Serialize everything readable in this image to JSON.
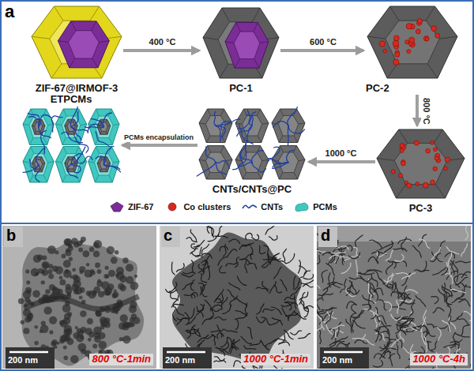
{
  "diagram": {
    "nodes": [
      {
        "text": [
          "ZIF-67@IRMOF-3"
        ]
      },
      {
        "text": [
          "PC-1"
        ]
      },
      {
        "text": [
          "PC-2"
        ]
      },
      {
        "text": [
          "PC-3"
        ]
      },
      {
        "text": [
          "CNTs/CNTs@PC"
        ]
      },
      {
        "text": [
          "ETPCMs"
        ]
      }
    ],
    "edges": [
      {
        "from": 0,
        "to": 1,
        "arrow": "to",
        "label": "400 °C"
      },
      {
        "from": 1,
        "to": 2,
        "arrow": "to",
        "label": "600 °C"
      },
      {
        "from": 2,
        "to": 3,
        "arrow": "to",
        "label": "800 °C"
      },
      {
        "from": 3,
        "to": 4,
        "arrow": "to",
        "label": "1000 °C"
      },
      {
        "from": 4,
        "to": 5,
        "arrow": "to",
        "label": "PCMs encapsulation"
      }
    ],
    "labels": [
      "a",
      "b",
      "c",
      "d",
      "200 nm",
      "800 °C-1min",
      "200 nm",
      "1000 °C-1min",
      "200 nm",
      "1000 °C-4h"
    ],
    "legend": [
      {
        "text": "ZIF-67",
        "color": "#7b2d96"
      },
      {
        "text": "Co clusters",
        "color": "#d42a1e"
      },
      {
        "text": "CNTs"
      },
      {
        "text": "PCMs",
        "color": "#3fc7c0"
      }
    ]
  }
}
